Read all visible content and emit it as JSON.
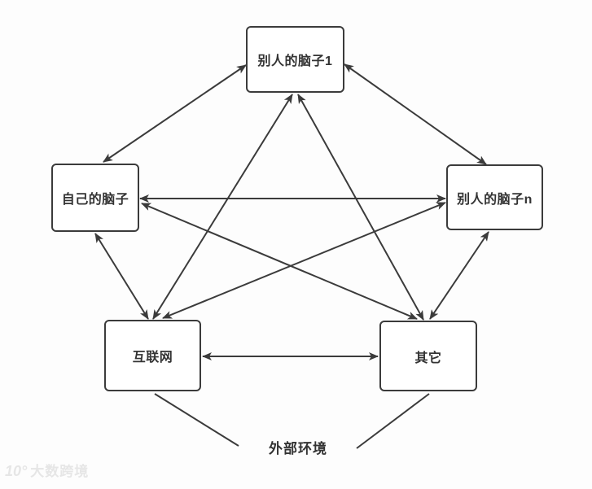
{
  "diagram": {
    "nodes": [
      {
        "id": "brain1",
        "label": "别人的脑子1"
      },
      {
        "id": "self",
        "label": "自己的脑子"
      },
      {
        "id": "brainN",
        "label": "别人的脑子n"
      },
      {
        "id": "internet",
        "label": "互联网"
      },
      {
        "id": "other",
        "label": "其它"
      }
    ],
    "external_label": "外部环境",
    "edges": [
      {
        "from": "别人的脑子1",
        "to": "自己的脑子",
        "bidirectional": true
      },
      {
        "from": "别人的脑子1",
        "to": "别人的脑子n",
        "bidirectional": true
      },
      {
        "from": "自己的脑子",
        "to": "别人的脑子n",
        "bidirectional": true
      },
      {
        "from": "别人的脑子1",
        "to": "互联网",
        "bidirectional": true
      },
      {
        "from": "别人的脑子1",
        "to": "其它",
        "bidirectional": true
      },
      {
        "from": "自己的脑子",
        "to": "互联网",
        "bidirectional": true
      },
      {
        "from": "自己的脑子",
        "to": "其它",
        "bidirectional": true
      },
      {
        "from": "别人的脑子n",
        "to": "互联网",
        "bidirectional": true
      },
      {
        "from": "别人的脑子n",
        "to": "其它",
        "bidirectional": true
      },
      {
        "from": "互联网",
        "to": "其它",
        "bidirectional": true
      },
      {
        "from": "外部环境",
        "to": "互联网",
        "bidirectional": false
      },
      {
        "from": "外部环境",
        "to": "其它",
        "bidirectional": false
      }
    ]
  },
  "watermark": {
    "logo": "10°",
    "text": "大数跨境"
  },
  "colors": {
    "stroke": "#3b3b3b",
    "node_border": "#3b3b3b",
    "node_background": "#ffffff",
    "text": "#333333",
    "page_background": "#fdfdfd",
    "watermark": "#e6e6e6"
  }
}
